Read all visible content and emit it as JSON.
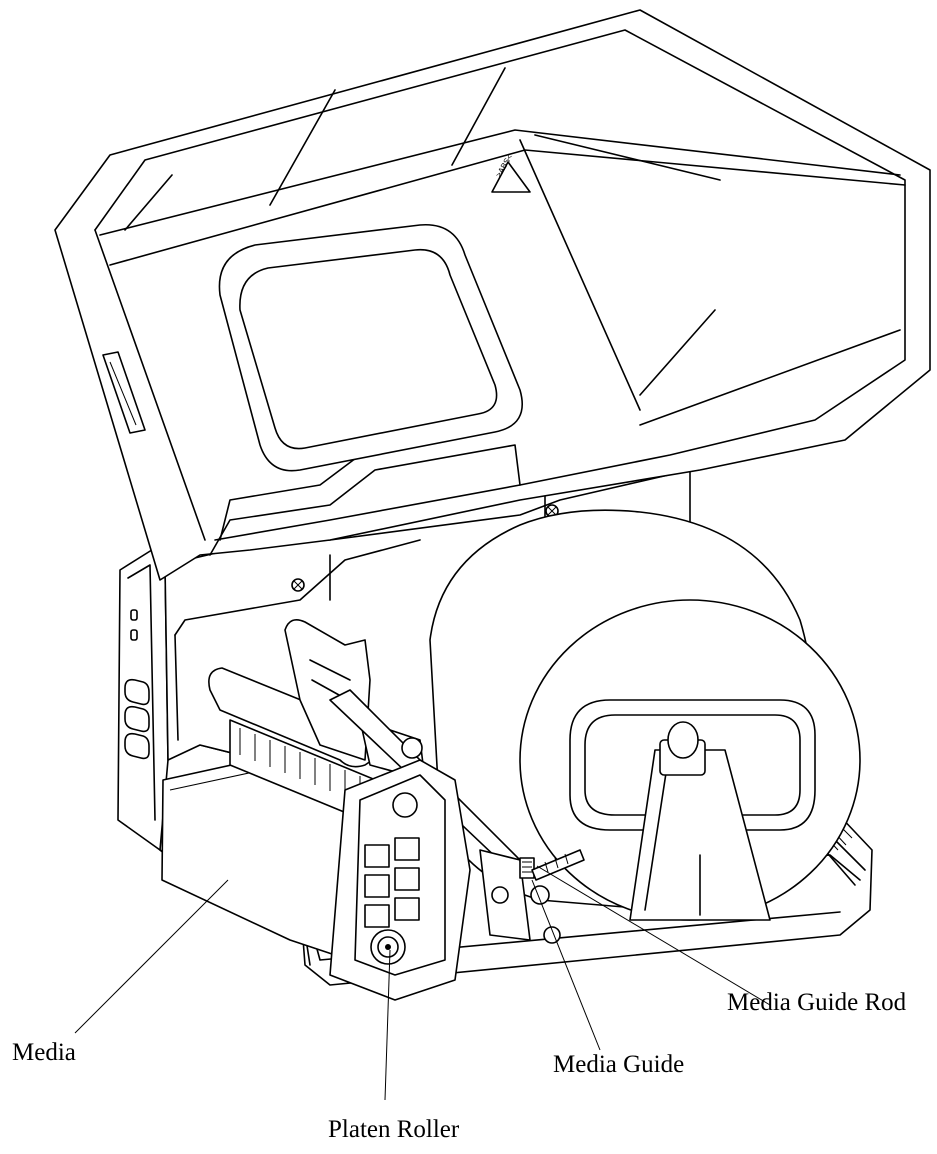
{
  "callouts": {
    "media": "Media",
    "media_guide_rod": "Media Guide Rod",
    "media_guide": "Media Guide",
    "platen_roller": "Platen Roller"
  },
  "markings": {
    "recycle_code": ">ABS<"
  },
  "colors": {
    "line": "#000000",
    "background": "#ffffff"
  }
}
